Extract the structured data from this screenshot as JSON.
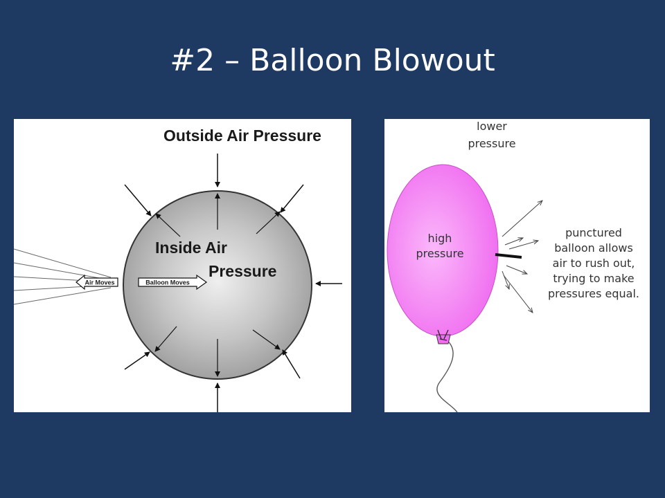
{
  "slide": {
    "title": "#2 – Balloon Blowout"
  },
  "diagram_left": {
    "outside_label": "Outside Air Pressure",
    "inside_label_line1": "Inside Air",
    "inside_label_line2": "Pressure",
    "air_moves_label": "Air Moves",
    "balloon_moves_label": "Balloon Moves"
  },
  "diagram_right": {
    "lower_pressure_line1": "lower",
    "lower_pressure_line2": "pressure",
    "high_pressure_line1": "high",
    "high_pressure_line2": "pressure",
    "explanation_lines": [
      "punctured",
      "balloon allows",
      "air to rush out,",
      "trying to make",
      "pressures equal."
    ],
    "colors": {
      "balloon": "#f06df0",
      "balloon_highlight": "#fbb8fb"
    }
  },
  "colors": {
    "background": "#1e3a62",
    "title_text": "#ffffff"
  }
}
